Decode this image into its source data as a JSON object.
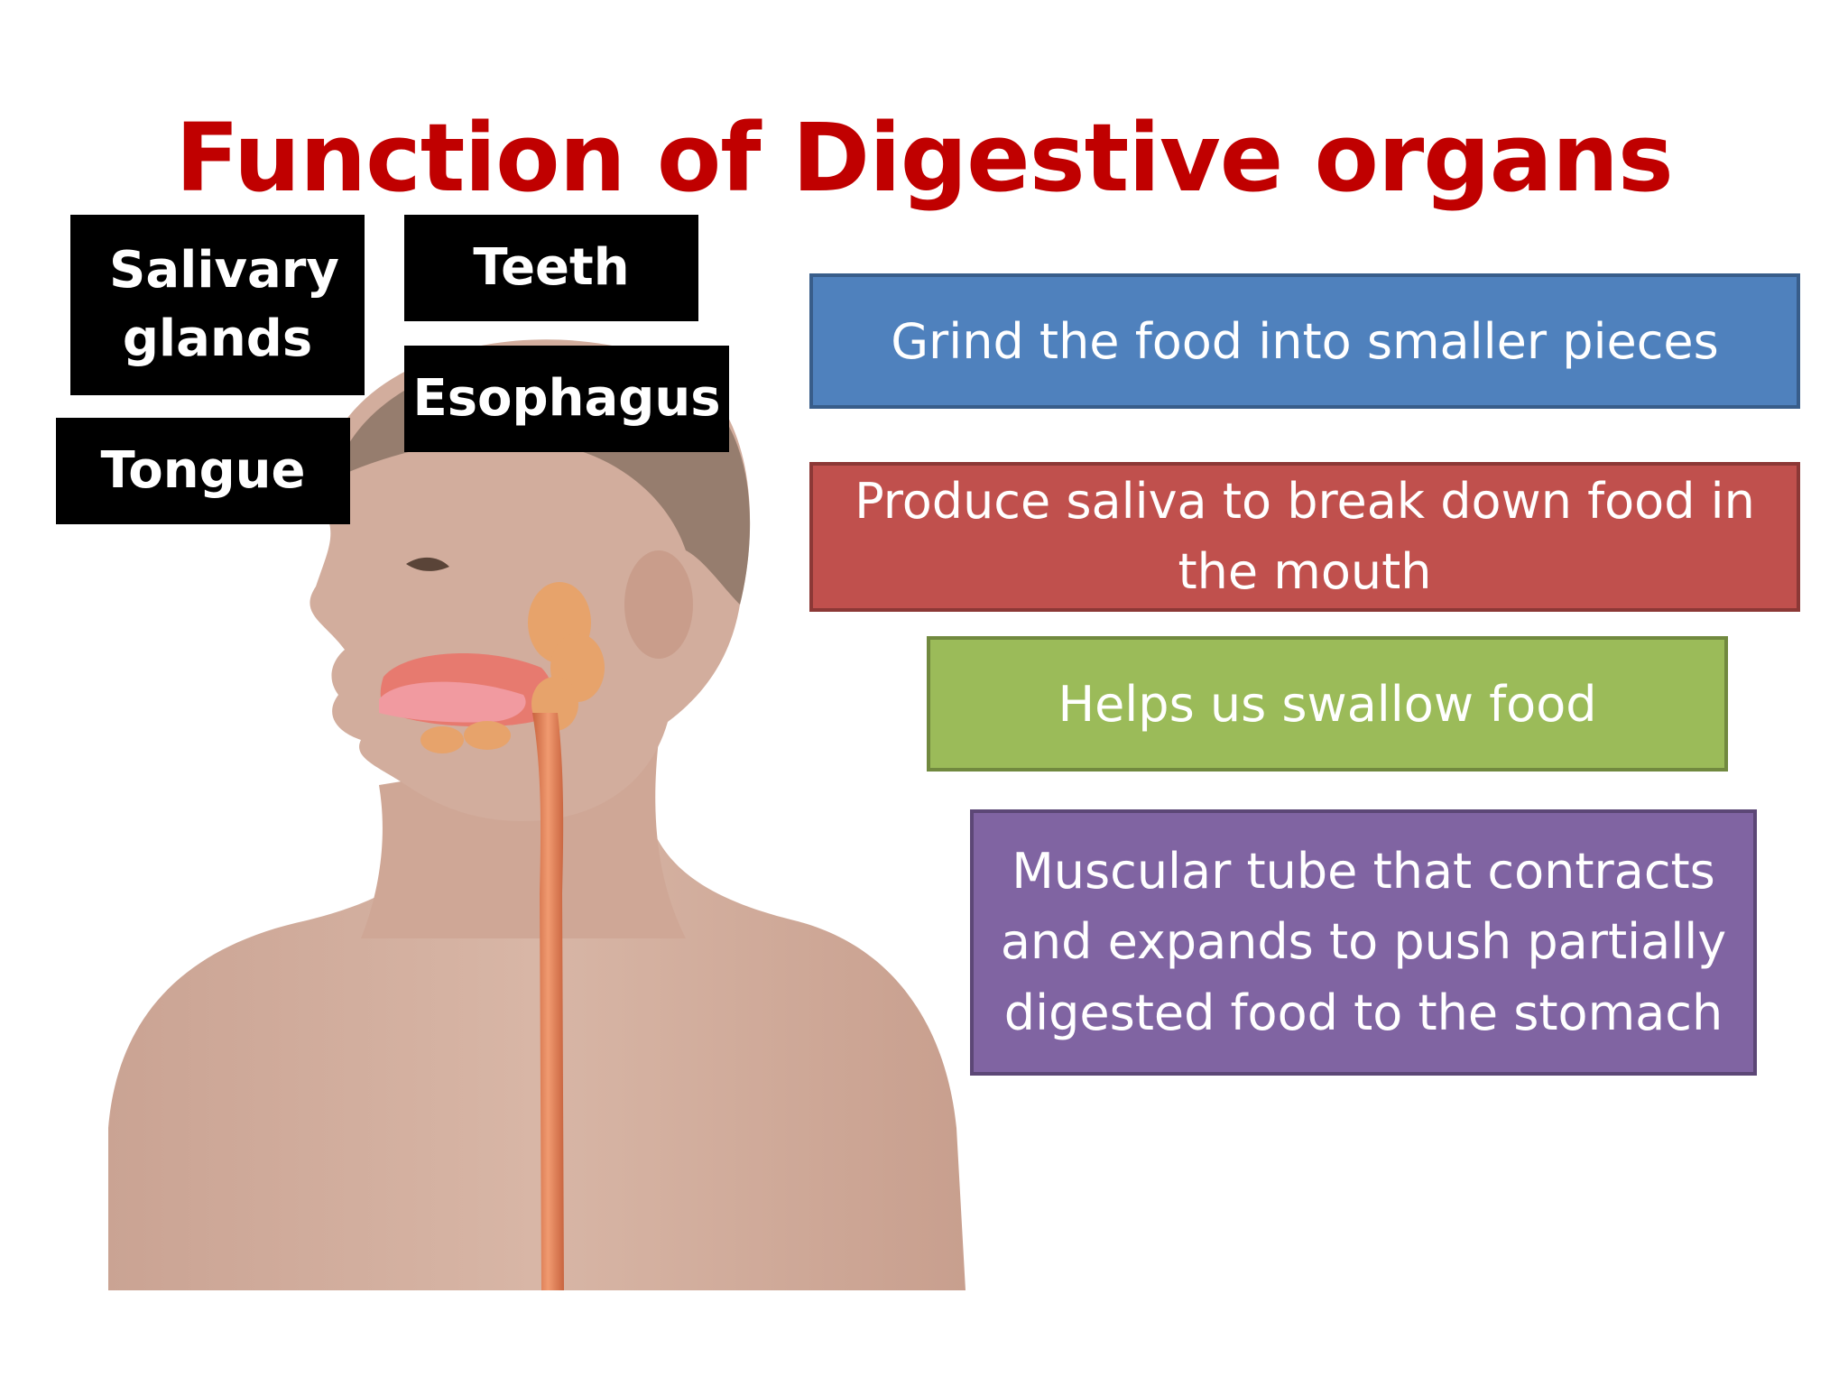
{
  "title": "Function of Digestive organs",
  "labels": {
    "salivary_glands": "Salivary glands",
    "teeth": "Teeth",
    "esophagus": "Esophagus",
    "tongue": "Tongue"
  },
  "functions": {
    "grind": "Grind the food into smaller pieces",
    "saliva": "Produce saliva to break down food in the mouth",
    "swallow": "Helps us swallow food",
    "muscular_tube": "Muscular tube that contracts and expands to push partially digested food to the stomach"
  },
  "colors": {
    "title": "#C00000",
    "blue_box": "#4F81BD",
    "red_box": "#C0504D",
    "green_box": "#9BBB59",
    "purple_box": "#8064A2",
    "label_box": "#000000"
  }
}
